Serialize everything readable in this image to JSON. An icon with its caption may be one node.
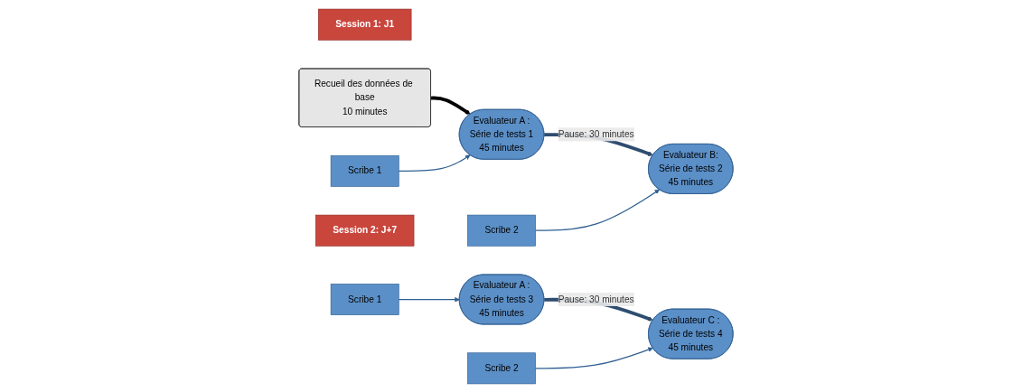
{
  "diagram": {
    "nodes": [
      {
        "text": [
          "Session 1: J1"
        ]
      },
      {
        "text": [
          "Recueil des données de base",
          "10 minutes"
        ]
      },
      {
        "text": [
          "Scribe 1"
        ]
      },
      {
        "text": [
          "Evaluateur A :",
          "Série de tests 1",
          "45 minutes"
        ]
      },
      {
        "text": [
          "Scribe 2"
        ]
      },
      {
        "text": [
          "Evaluateur B:",
          "Série de tests 2",
          "45 minutes"
        ]
      },
      {
        "text": [
          "Session 2: J+7"
        ]
      },
      {
        "text": [
          "Scribe 1"
        ]
      },
      {
        "text": [
          "Evaluateur A :",
          "Série de tests 3",
          "45 minutes"
        ]
      },
      {
        "text": [
          "Scribe 2"
        ]
      },
      {
        "text": [
          "Evaluateur C :",
          "Série de tests 4",
          "45 minutes"
        ]
      }
    ],
    "edges": [
      {
        "from": 1,
        "to": 3,
        "arrow": "to",
        "style": "thick",
        "color": "#000000"
      },
      {
        "from": 2,
        "to": 3,
        "arrow": "to"
      },
      {
        "from": 3,
        "to": 5,
        "arrow": "to",
        "label": "Pause: 30 minutes",
        "style": "thick",
        "color": "#2e4d6f"
      },
      {
        "from": 4,
        "to": 5,
        "arrow": "to"
      },
      {
        "from": 7,
        "to": 8,
        "arrow": "to"
      },
      {
        "from": 8,
        "to": 10,
        "arrow": "to",
        "label": "Pause: 30 minutes",
        "style": "thick",
        "color": "#2e4d6f"
      },
      {
        "from": 9,
        "to": 10,
        "arrow": "to"
      }
    ]
  }
}
